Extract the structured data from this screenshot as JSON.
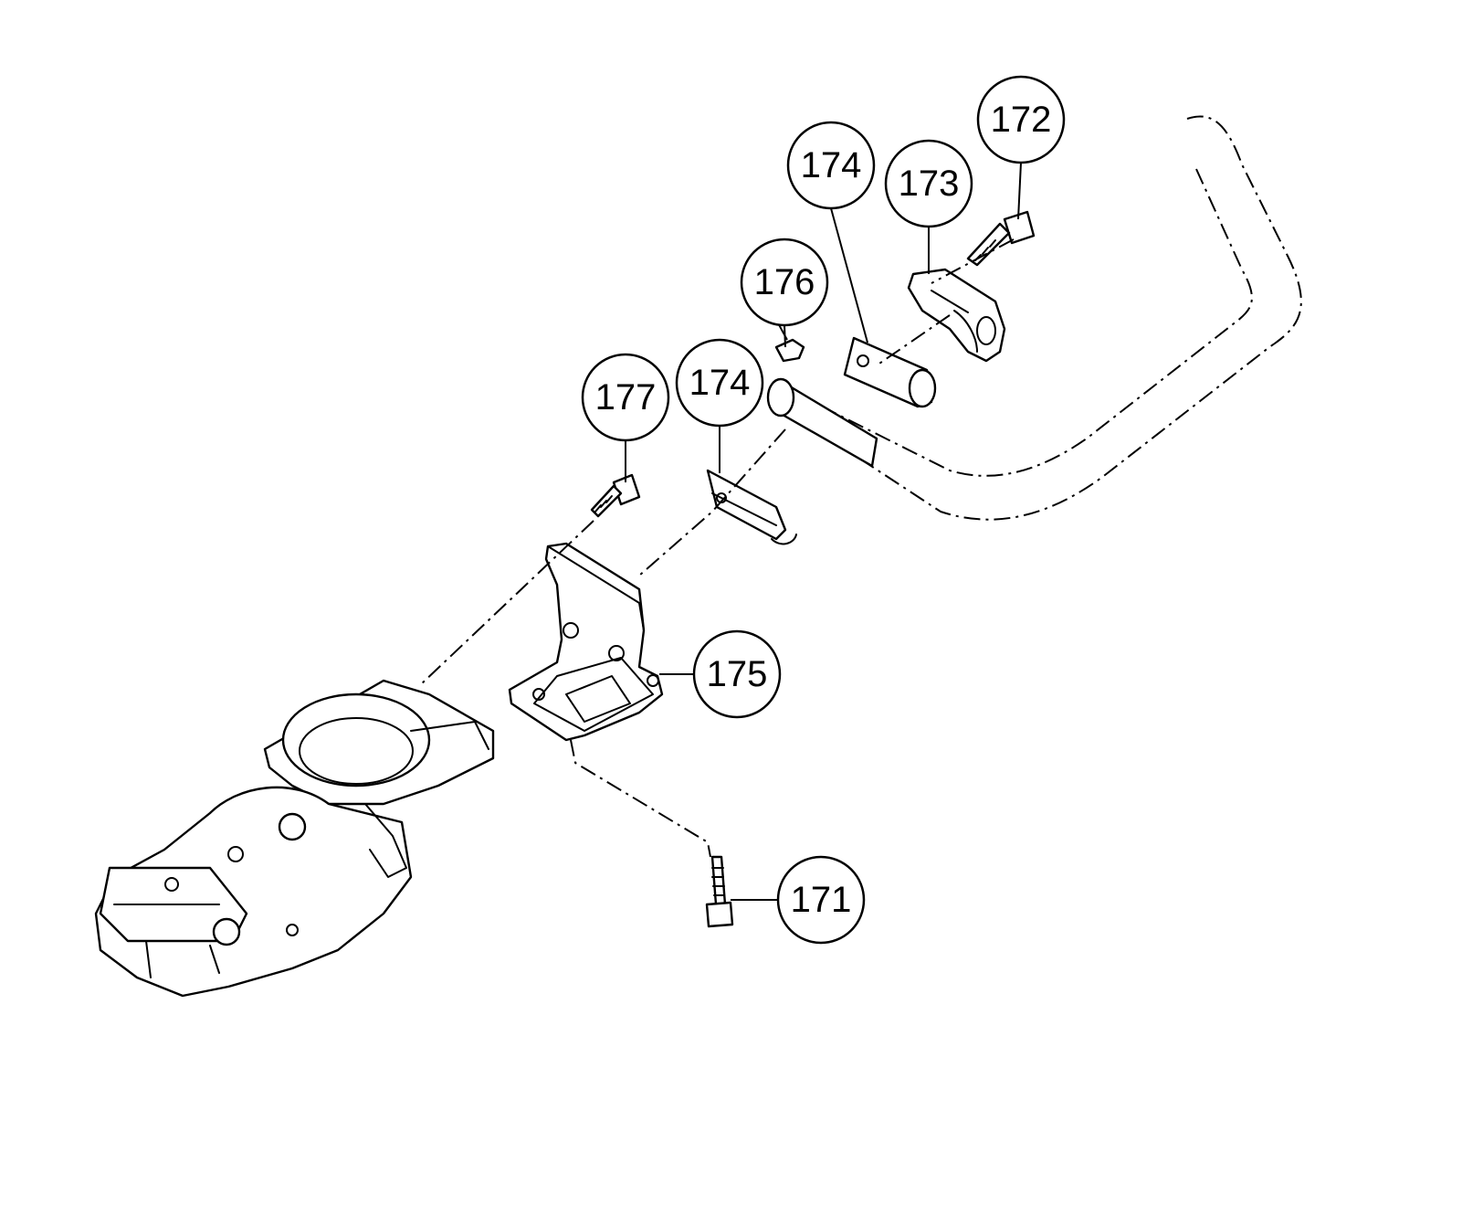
{
  "callouts": [
    {
      "id": "c172",
      "label": "172"
    },
    {
      "id": "c174a",
      "label": "174"
    },
    {
      "id": "c173",
      "label": "173"
    },
    {
      "id": "c176",
      "label": "176"
    },
    {
      "id": "c177",
      "label": "177"
    },
    {
      "id": "c174b",
      "label": "174"
    },
    {
      "id": "c175",
      "label": "175"
    },
    {
      "id": "c171",
      "label": "171"
    }
  ]
}
